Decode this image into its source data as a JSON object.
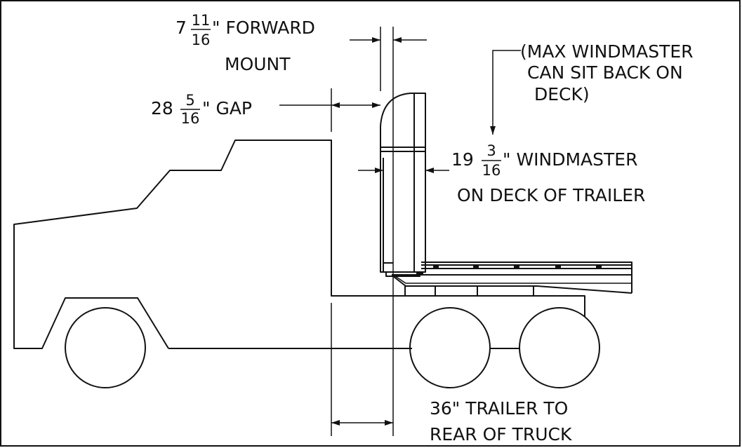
{
  "colors": {
    "line": "#111111",
    "background": "#ffffff"
  },
  "dimensions": {
    "forward_mount": {
      "whole": "7",
      "num": "11",
      "den": "16",
      "suffix": "\" FORWARD",
      "line2": "MOUNT"
    },
    "gap": {
      "whole": "28",
      "num": "5",
      "den": "16",
      "suffix": "\" GAP"
    },
    "windmaster": {
      "whole": "19",
      "num": "3",
      "den": "16",
      "suffix": "\" WINDMASTER",
      "line2": "ON DECK OF TRAILER"
    },
    "trailer_to_truck": {
      "line1": "36\" TRAILER TO",
      "line2": "REAR OF TRUCK"
    }
  },
  "note": {
    "line1": "(MAX WINDMASTER",
    "line2": "CAN SIT BACK ON",
    "line3": "DECK)"
  }
}
